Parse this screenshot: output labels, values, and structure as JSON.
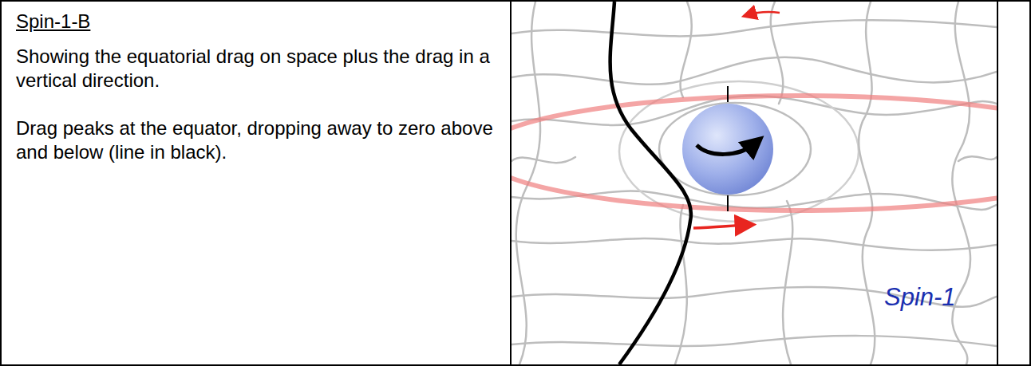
{
  "diagram": {
    "title": "Spin-1-B",
    "labels": [
      "Showing the equatorial drag on space plus the drag in a vertical direction.",
      "Drag peaks at the equator, dropping away to zero above and below (line in black).",
      "Spin-1"
    ]
  }
}
